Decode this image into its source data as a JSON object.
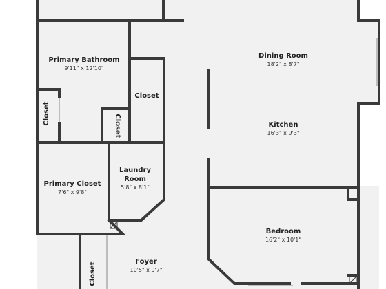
{
  "colors": {
    "wall": "#3a3a3a",
    "floor": "#f1f1f1",
    "window": "#bdbdbd",
    "text": "#222222"
  },
  "rooms": {
    "dining_room": {
      "name": "Dining Room",
      "dims": "18'2\" x 8'7\""
    },
    "kitchen": {
      "name": "Kitchen",
      "dims": "16'3\" x 9'3\""
    },
    "primary_bathroom": {
      "name": "Primary Bathroom",
      "dims": "9'11\" x 12'10\""
    },
    "closet_hall": {
      "name": "Closet"
    },
    "closet_bath_left": {
      "name": "Closet"
    },
    "closet_bath_small": {
      "name": "Closet"
    },
    "laundry_room": {
      "name_line1": "Laundry",
      "name_line2": "Room",
      "dims": "5'8\" x 8'1\""
    },
    "primary_closet": {
      "name": "Primary Closet",
      "dims": "7'6\" x 9'8\""
    },
    "bedroom": {
      "name": "Bedroom",
      "dims": "16'2\" x 10'1\""
    },
    "foyer": {
      "name": "Foyer",
      "dims": "10'5\" x 9'7\""
    },
    "closet_foyer": {
      "name": "Closet"
    }
  }
}
